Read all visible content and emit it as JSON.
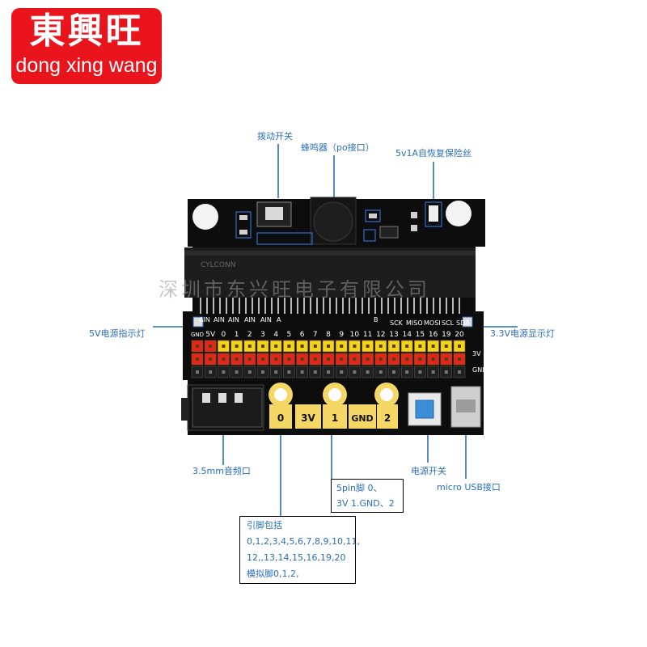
{
  "brand": {
    "name_cn": "東興旺",
    "name_en": "dong xing wang"
  },
  "watermark": "深圳市东兴旺电子有限公司",
  "board": {
    "silkscreen_brand": "CYLCONN",
    "pin_numbers": [
      "GND",
      "5V",
      "0",
      "1",
      "2",
      "3",
      "4",
      "5",
      "6",
      "7",
      "8",
      "9",
      "10",
      "11",
      "12",
      "13",
      "14",
      "15",
      "16",
      "19",
      "20"
    ],
    "ain_label": "AIN",
    "btn_label": "A",
    "btn_label_b": "B",
    "sck": "SCK",
    "miso": "MISO",
    "mosi": "MOSI",
    "scl": "SCL",
    "sda": "SDA",
    "pad_labels": [
      "0",
      "3V",
      "1",
      "GND",
      "2"
    ],
    "side_3v": "3V",
    "side_gnd": "GND"
  },
  "callouts": {
    "toggle_switch": "拨动开关",
    "buzzer": "蜂鸣器（po接口）",
    "fuse": "5v1A自恢复保险丝",
    "led_5v": "5V电源指示灯",
    "led_33v": "3.3V电源显示灯",
    "audio_jack": "3.5mm音频口",
    "power_switch": "电源开关",
    "micro_usb": "micro USB接口"
  },
  "box_5pin": {
    "line1": "5pin脚 0、",
    "line2": "3V 1.GND、2"
  },
  "box_pins": {
    "line1": "引脚包括",
    "line2": "0,1,2,3,4,5,6,7,8,9,10,11,",
    "line3": "12,,13,14,15,16,19,20",
    "line4": "模拟脚0,1,2,"
  },
  "colors": {
    "brand_red": "#e9141c",
    "label_blue": "#2a6fb6",
    "pcb_black": "#0d0d0d",
    "header_yellow": "#f2d31b",
    "header_red": "#e3261c",
    "pad_gold": "#f5d766"
  }
}
